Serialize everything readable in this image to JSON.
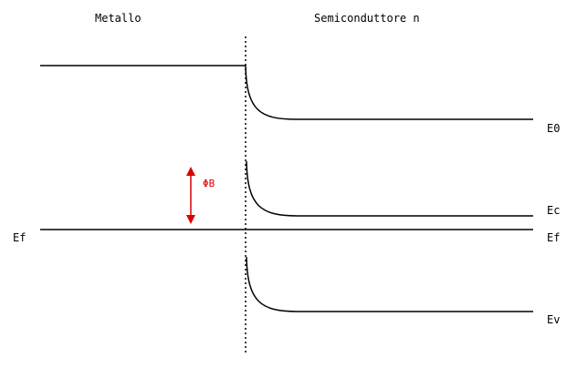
{
  "regions": {
    "metal": "Metallo",
    "semiconductor": "Semiconduttore n"
  },
  "levels": {
    "vacuum": "E0",
    "conduction": "Ec",
    "fermi_left": "Ef",
    "fermi_right": "Ef",
    "valence": "Ev"
  },
  "barrier": {
    "label": "ΦB",
    "color": "#dd0000"
  }
}
